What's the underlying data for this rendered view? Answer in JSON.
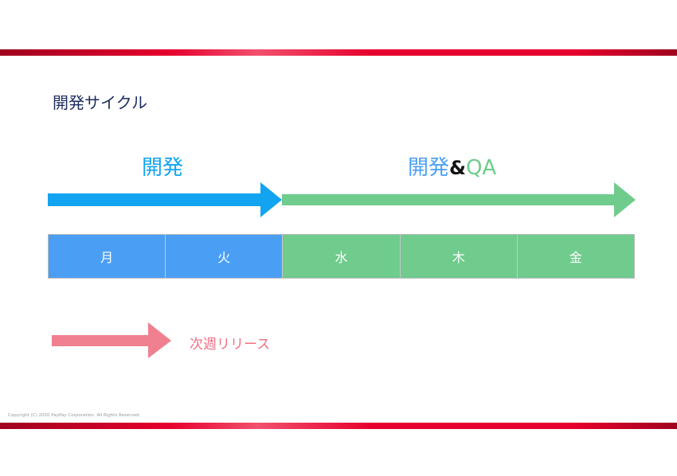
{
  "title": "開発サイクル",
  "phases": {
    "dev": "開発",
    "devqa_dev": "開発",
    "devqa_amp": "&",
    "devqa_qa": "QA"
  },
  "days": [
    "月",
    "火",
    "水",
    "木",
    "金"
  ],
  "legend": {
    "label": "次週リリース"
  },
  "copyright": "Copyright (C) 2020 PayPay Corporation. All Rights Reserved.",
  "colors": {
    "blue": "#12a4f0",
    "green": "#6fcc8c",
    "day_blue": "#4a9ff5",
    "pink": "#f08090",
    "navy": "#1c2c5e"
  }
}
